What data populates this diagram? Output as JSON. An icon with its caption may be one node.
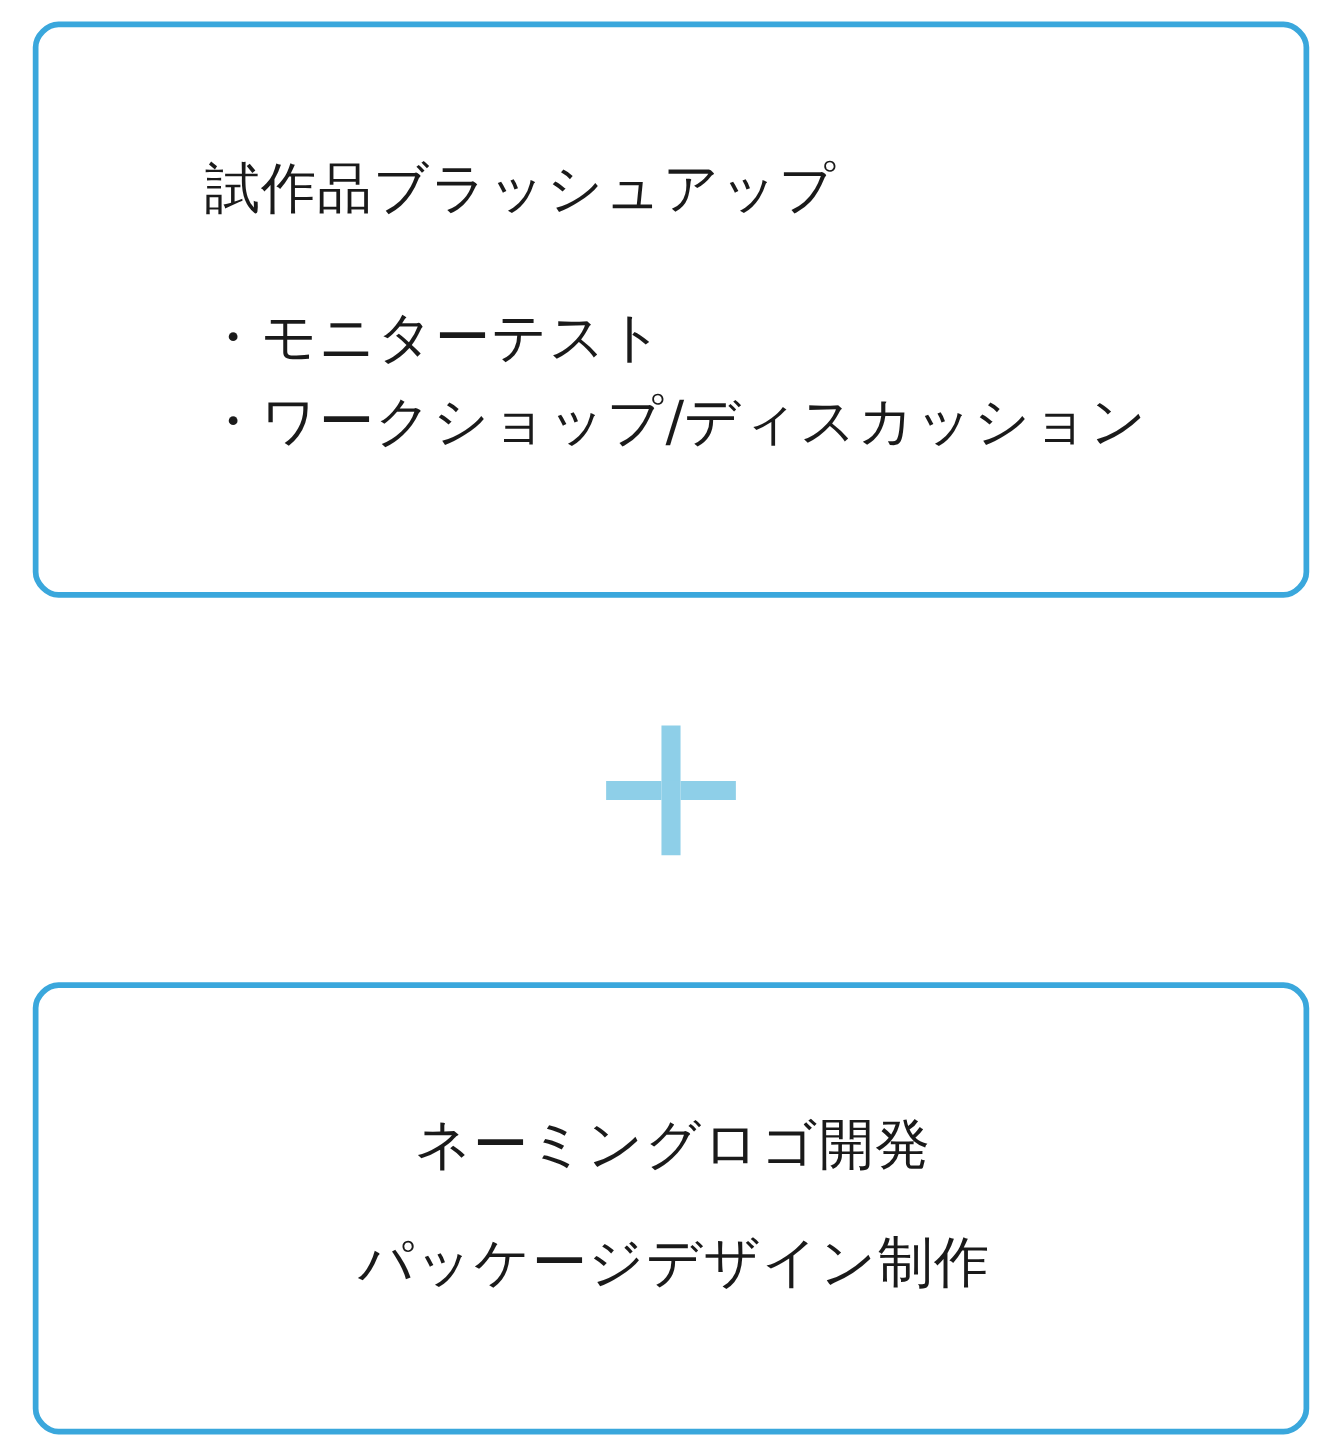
{
  "diagram": {
    "nodes": [
      {
        "text": [
          "試作品ブラッシュアップ",
          "・モニターテスト",
          "・ワークショップ/ディスカッション"
        ]
      },
      {
        "text": [],
        "shape": "plus"
      },
      {
        "text": [
          "ネーミングロゴ開発",
          "パッケージデザイン制作"
        ]
      }
    ]
  }
}
